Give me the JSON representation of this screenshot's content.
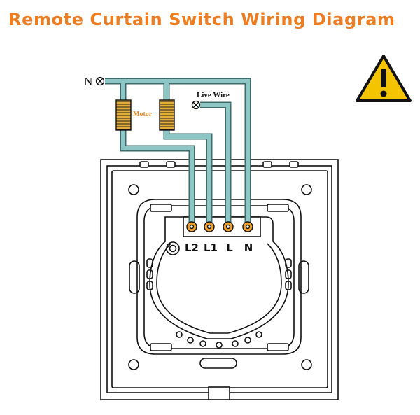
{
  "title": "Remote Curtain Switch Wiring Diagram",
  "labels": {
    "neutral": "N",
    "live_wire": "Live Wire",
    "motor": "Motor"
  },
  "terminals": [
    "L2",
    "L1",
    "L",
    "N"
  ],
  "warning_icon": "warning-triangle-icon",
  "colors": {
    "title": "#ee7d22",
    "wire": "#8ec6c6",
    "wire_outline": "#3f6b6b",
    "motor": "#e2ad3b",
    "terminal": "#f0a030",
    "warning": "#f5c400",
    "outline": "#111111"
  }
}
